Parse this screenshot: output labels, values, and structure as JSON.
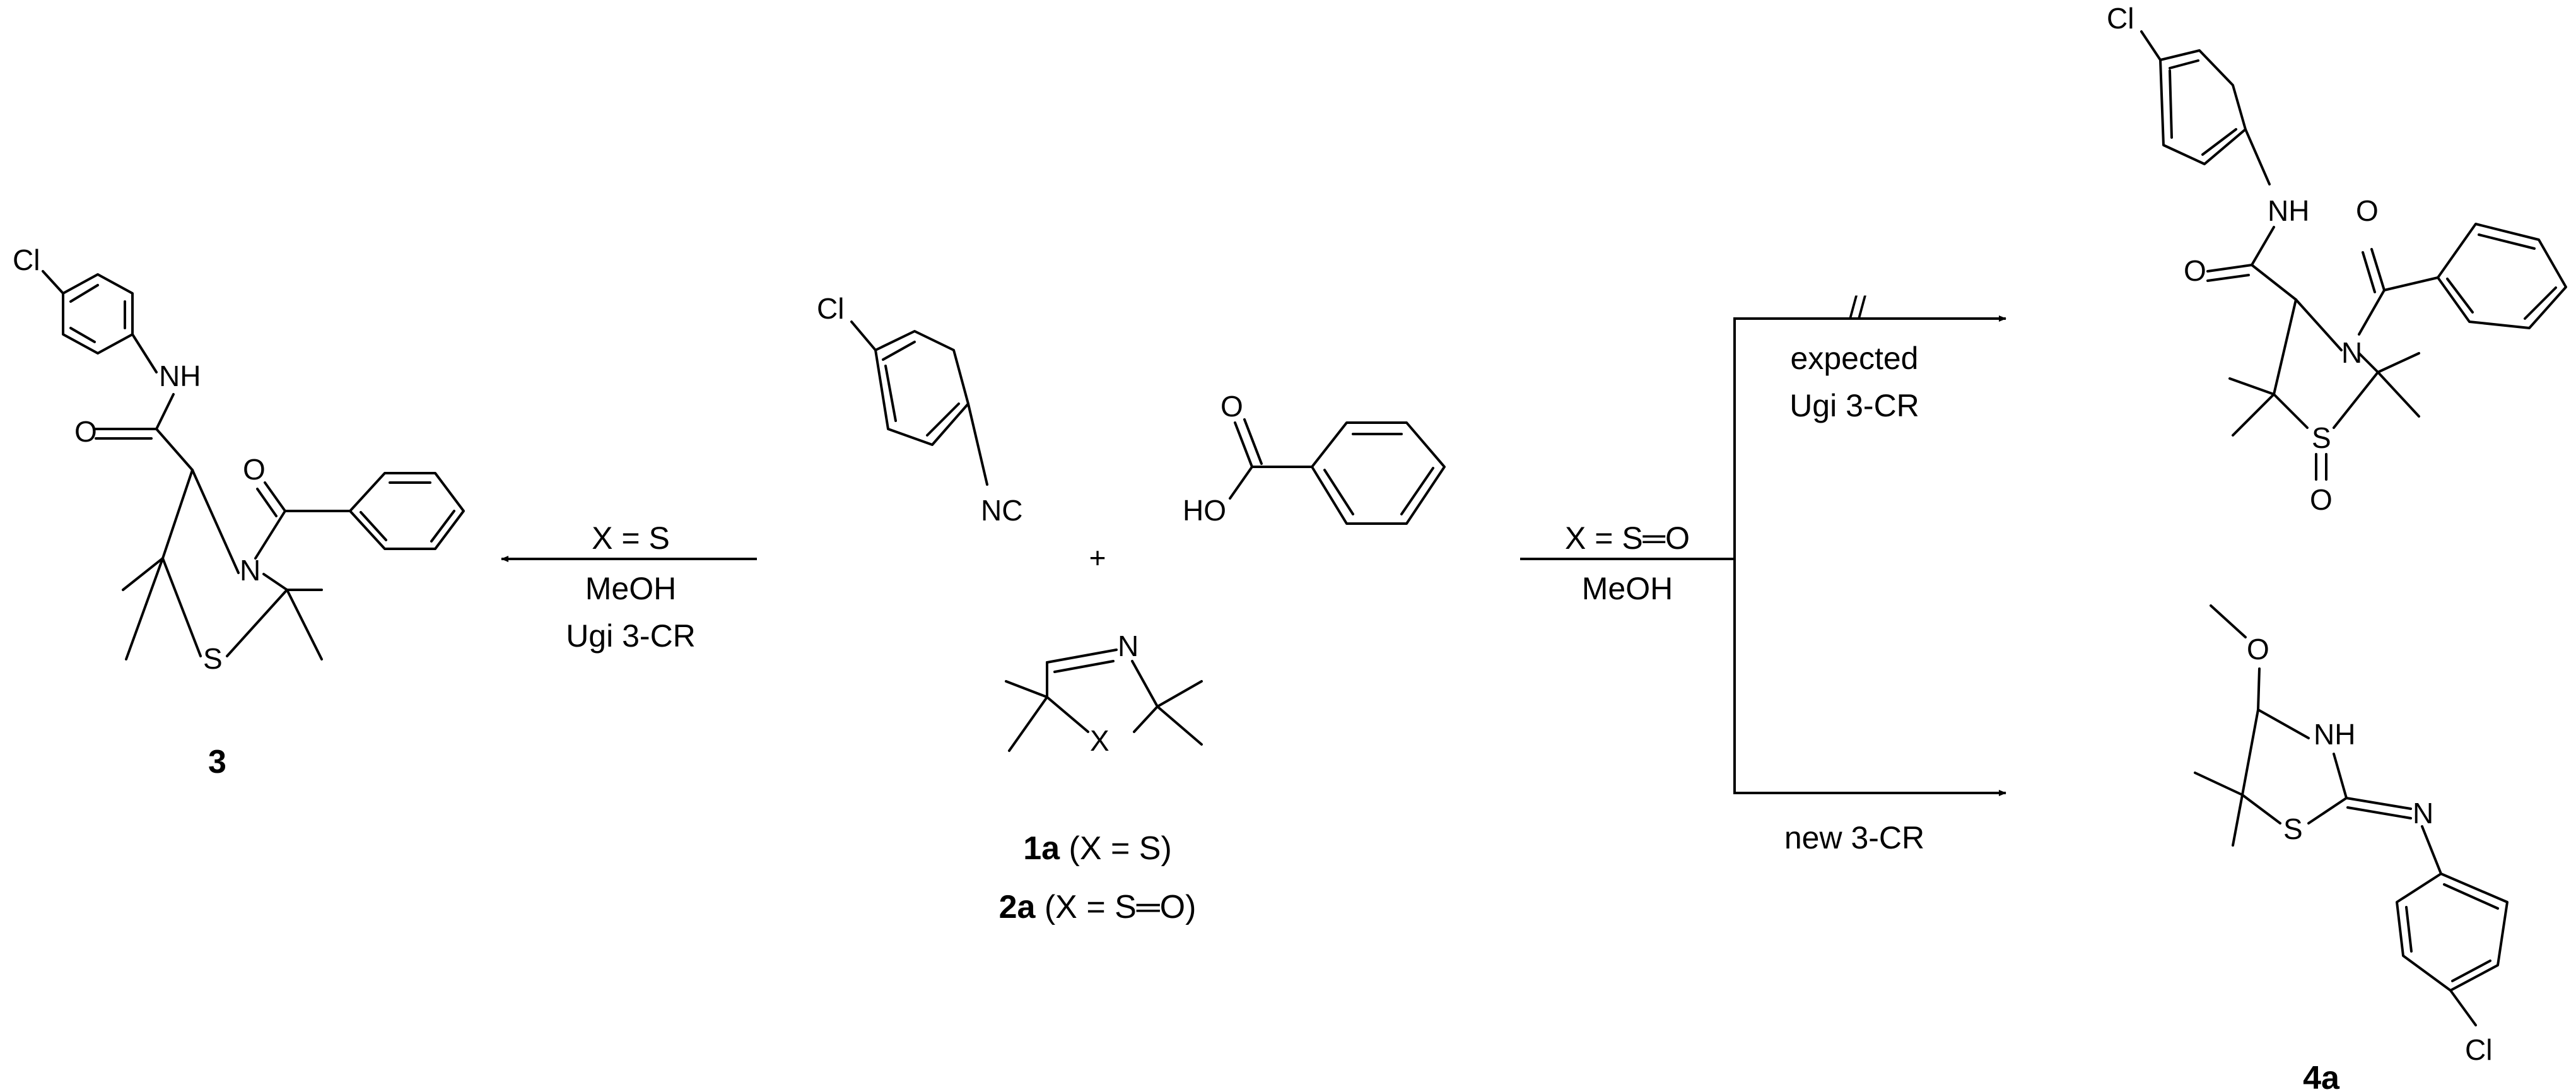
{
  "reactants": {
    "isocyanide": {
      "cl": "Cl",
      "nc": "NC"
    },
    "acid": {
      "o": "O",
      "ho": "HO"
    },
    "plus": "+",
    "heterocycle": {
      "n": "N",
      "x": "X"
    },
    "label_1a": {
      "bold": "1a",
      "rest": " (X = S)"
    },
    "label_2a": {
      "bold": "2a",
      "rest": " (X = S═O)"
    }
  },
  "left_arrow": {
    "condition": "X = S",
    "solvent": "MeOH",
    "reaction": "Ugi 3-CR"
  },
  "right_arrow": {
    "condition": "X = S═O",
    "solvent": "MeOH"
  },
  "upper_branch": {
    "label1": "expected",
    "label2": "Ugi 3-CR",
    "blocked_mark": "//"
  },
  "lower_branch": {
    "label": "new 3-CR"
  },
  "product_3": {
    "cl": "Cl",
    "nh": "NH",
    "o_amide": "O",
    "o_benzoyl": "O",
    "n": "N",
    "s": "S",
    "id": "3"
  },
  "product_sulfoxide": {
    "cl": "Cl",
    "nh": "NH",
    "o_amide": "O",
    "o_benzoyl": "O",
    "n": "N",
    "s": "S",
    "o_s": "O"
  },
  "product_4a": {
    "o": "O",
    "nh": "NH",
    "n": "N",
    "s": "S",
    "cl": "Cl",
    "id": "4a"
  }
}
